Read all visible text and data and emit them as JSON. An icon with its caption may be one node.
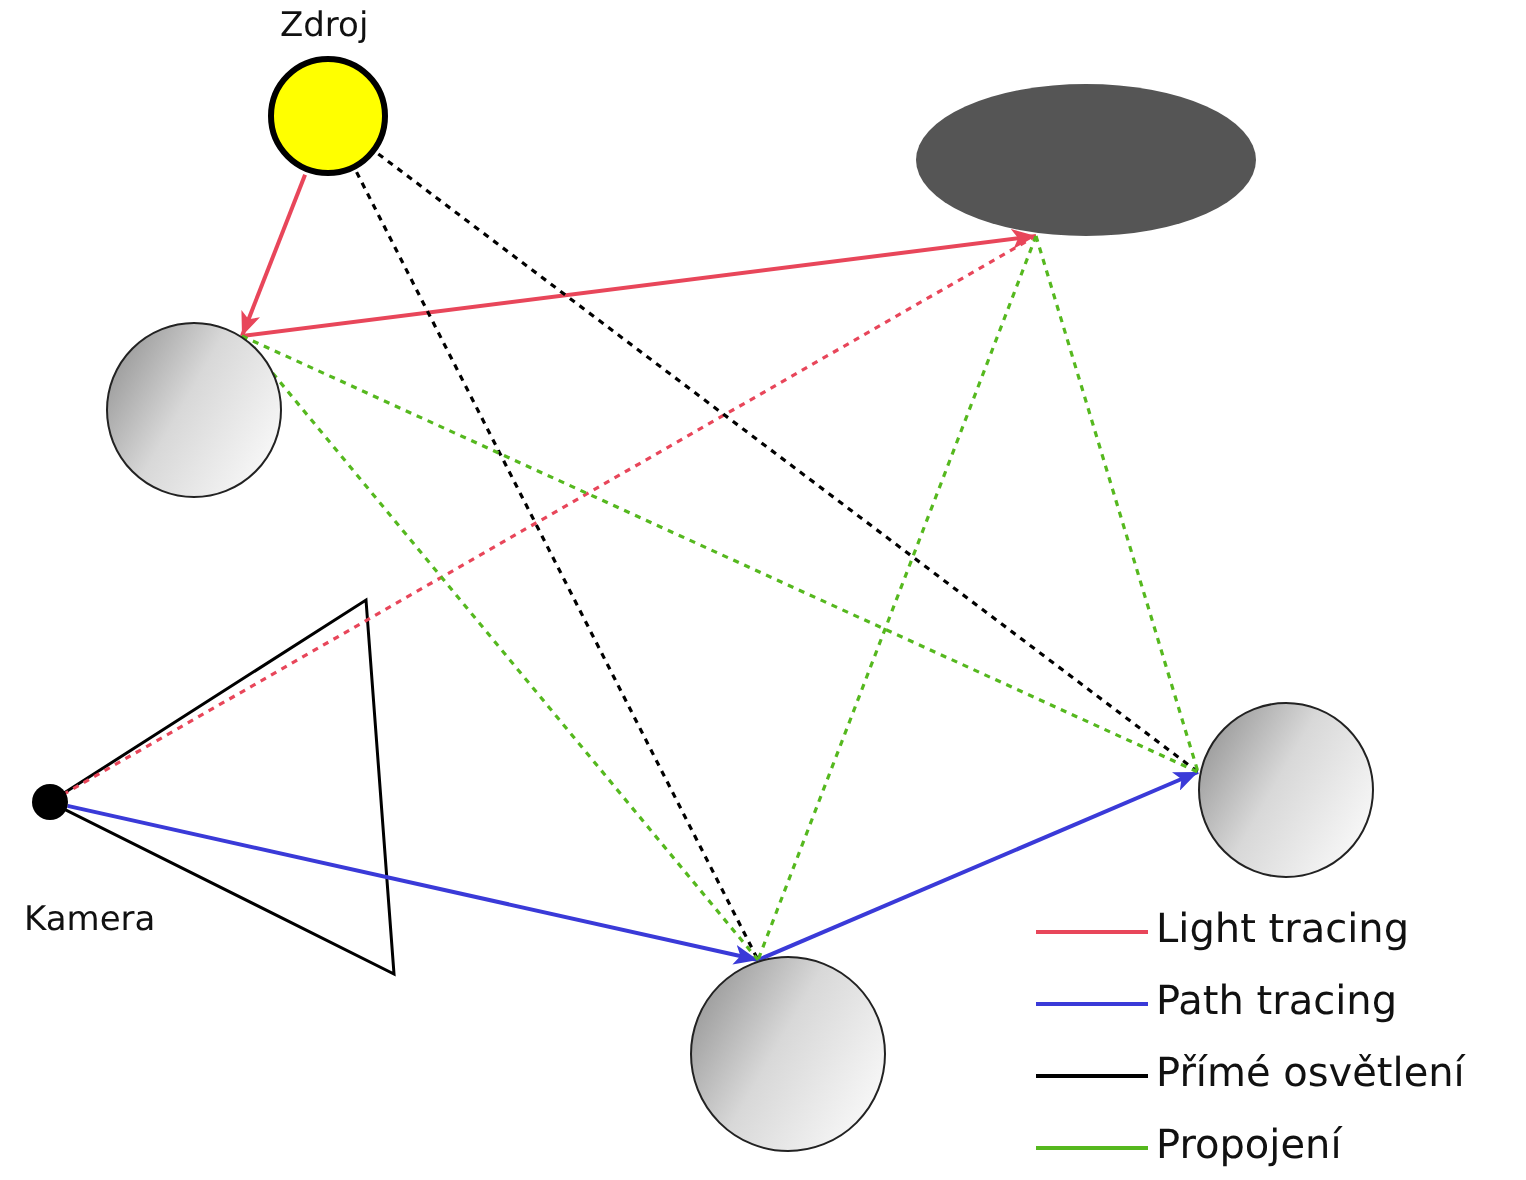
{
  "diagram": {
    "nodes": [
      {
        "text": [
          "Zdroj"
        ]
      },
      {
        "text": [],
        "shape": "ellipse"
      },
      {
        "text": [],
        "shape": "circle"
      },
      {
        "text": [
          "Kamera"
        ]
      },
      {
        "text": [],
        "shape": "circle"
      },
      {
        "text": [],
        "shape": "circle"
      }
    ],
    "edges": [
      {
        "from": 0,
        "to": 2,
        "arrow": "to",
        "color": "#e8465a"
      },
      {
        "from": 2,
        "to": 1,
        "arrow": "to",
        "color": "#e8465a"
      },
      {
        "from": 1,
        "to": 3,
        "arrow": "none",
        "style": "dashed",
        "color": "#e8465a"
      },
      {
        "from": 3,
        "to": 4,
        "arrow": "to",
        "color": "#3a3ad8"
      },
      {
        "from": 4,
        "to": 5,
        "arrow": "to",
        "color": "#3a3ad8"
      },
      {
        "from": 0,
        "to": 4,
        "arrow": "none",
        "style": "dashed",
        "color": "#000000"
      },
      {
        "from": 0,
        "to": 5,
        "arrow": "none",
        "style": "dashed",
        "color": "#000000"
      },
      {
        "from": 2,
        "to": 4,
        "arrow": "none",
        "style": "dashed",
        "color": "#55b81e"
      },
      {
        "from": 2,
        "to": 5,
        "arrow": "none",
        "style": "dashed",
        "color": "#55b81e"
      },
      {
        "from": 1,
        "to": 4,
        "arrow": "none",
        "style": "dashed",
        "color": "#55b81e"
      },
      {
        "from": 1,
        "to": 5,
        "arrow": "none",
        "style": "dashed",
        "color": "#55b81e"
      }
    ],
    "legend": [
      {
        "text": "Light tracing",
        "color": "#e8465a"
      },
      {
        "text": "Path tracing",
        "color": "#3a3ad8"
      },
      {
        "text": "Přímé osvětlení",
        "color": "#000000"
      },
      {
        "text": "Propojení",
        "color": "#55b81e"
      }
    ]
  }
}
